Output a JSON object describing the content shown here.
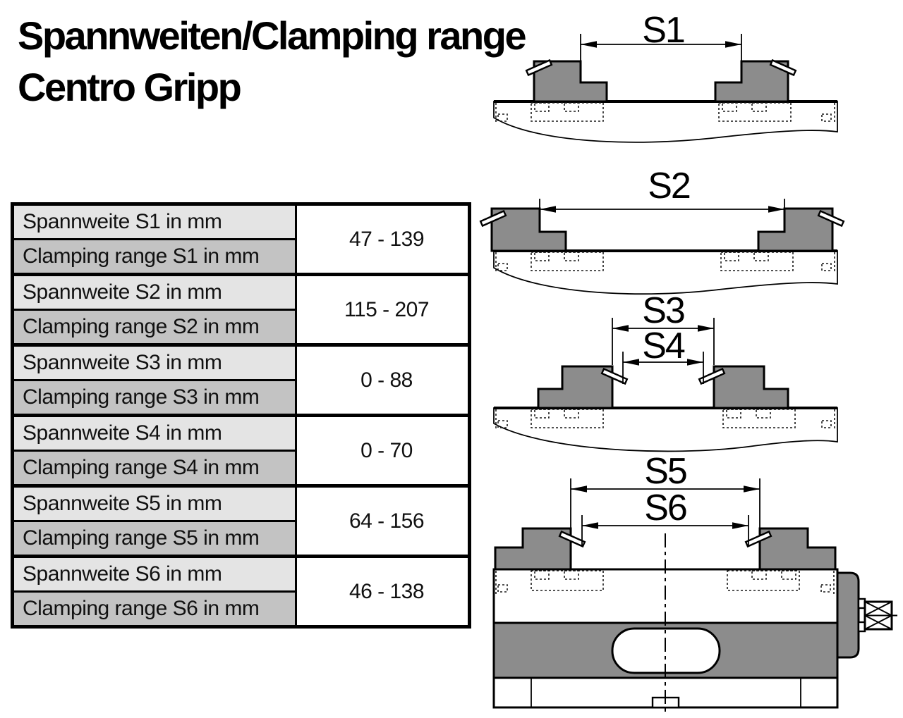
{
  "title": {
    "line1": "Spannweiten/Clamping range",
    "line2": "Centro Gripp"
  },
  "table": {
    "rows": [
      {
        "label_de": "Spannweite S1 in mm",
        "label_en": "Clamping range S1 in mm",
        "value": "47 - 139"
      },
      {
        "label_de": "Spannweite S2 in mm",
        "label_en": "Clamping range S2 in mm",
        "value": "115 - 207"
      },
      {
        "label_de": "Spannweite S3 in mm",
        "label_en": "Clamping range S3 in mm",
        "value": "0 - 88"
      },
      {
        "label_de": "Spannweite S4 in mm",
        "label_en": "Clamping range S4 in mm",
        "value": "0 - 70"
      },
      {
        "label_de": "Spannweite S5 in mm",
        "label_en": "Clamping range S5 in mm",
        "value": "64 - 156"
      },
      {
        "label_de": "Spannweite S6 in mm",
        "label_en": "Clamping range S6 in mm",
        "value": "46 - 138"
      }
    ]
  },
  "diagrams": [
    {
      "label": "S1"
    },
    {
      "label": "S2"
    },
    {
      "label": "S3"
    },
    {
      "label": "S4"
    },
    {
      "label": "S5"
    },
    {
      "label": "S6"
    }
  ],
  "colors": {
    "jaw_gray": "#8c8c8c",
    "row_light": "#e4e4e4",
    "row_dark": "#c3c3c3",
    "line": "#000000"
  }
}
